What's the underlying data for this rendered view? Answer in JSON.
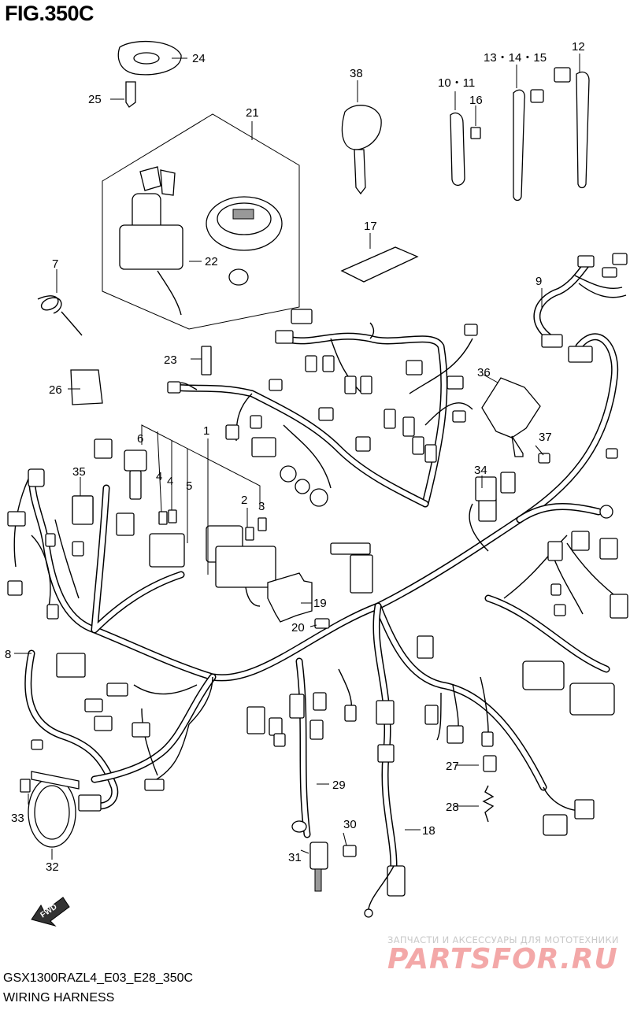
{
  "figure": {
    "title": "FIG.350C",
    "model_code": "GSX1300RAZL4_E03_E28_350C",
    "section_name": "WIRING HARNESS"
  },
  "callouts": {
    "c1": "1",
    "c2": "2",
    "c3": "3",
    "c4a": "4",
    "c4b": "4",
    "c5": "5",
    "c6": "6",
    "c7": "7",
    "c8": "8",
    "c9": "9",
    "c10_11": "10・11",
    "c12": "12",
    "c13_14_15": "13・14・15",
    "c16": "16",
    "c17": "17",
    "c18": "18",
    "c19": "19",
    "c20": "20",
    "c21": "21",
    "c22": "22",
    "c23": "23",
    "c24": "24",
    "c25": "25",
    "c26": "26",
    "c27": "27",
    "c28": "28",
    "c29": "29",
    "c30": "30",
    "c31": "31",
    "c32": "32",
    "c33": "33",
    "c34": "34",
    "c35": "35",
    "c36": "36",
    "c37": "37",
    "c38": "38"
  },
  "direction_marker": {
    "label": "FWD"
  },
  "watermark": {
    "tagline": "ЗАПЧАСТИ И АКСЕССУАРЫ ДЛЯ МОТОТЕХНИКИ",
    "brand": "PARTSFOR.RU"
  },
  "colors": {
    "line": "#000000",
    "background": "#ffffff",
    "watermark": "#f3a8a8"
  }
}
